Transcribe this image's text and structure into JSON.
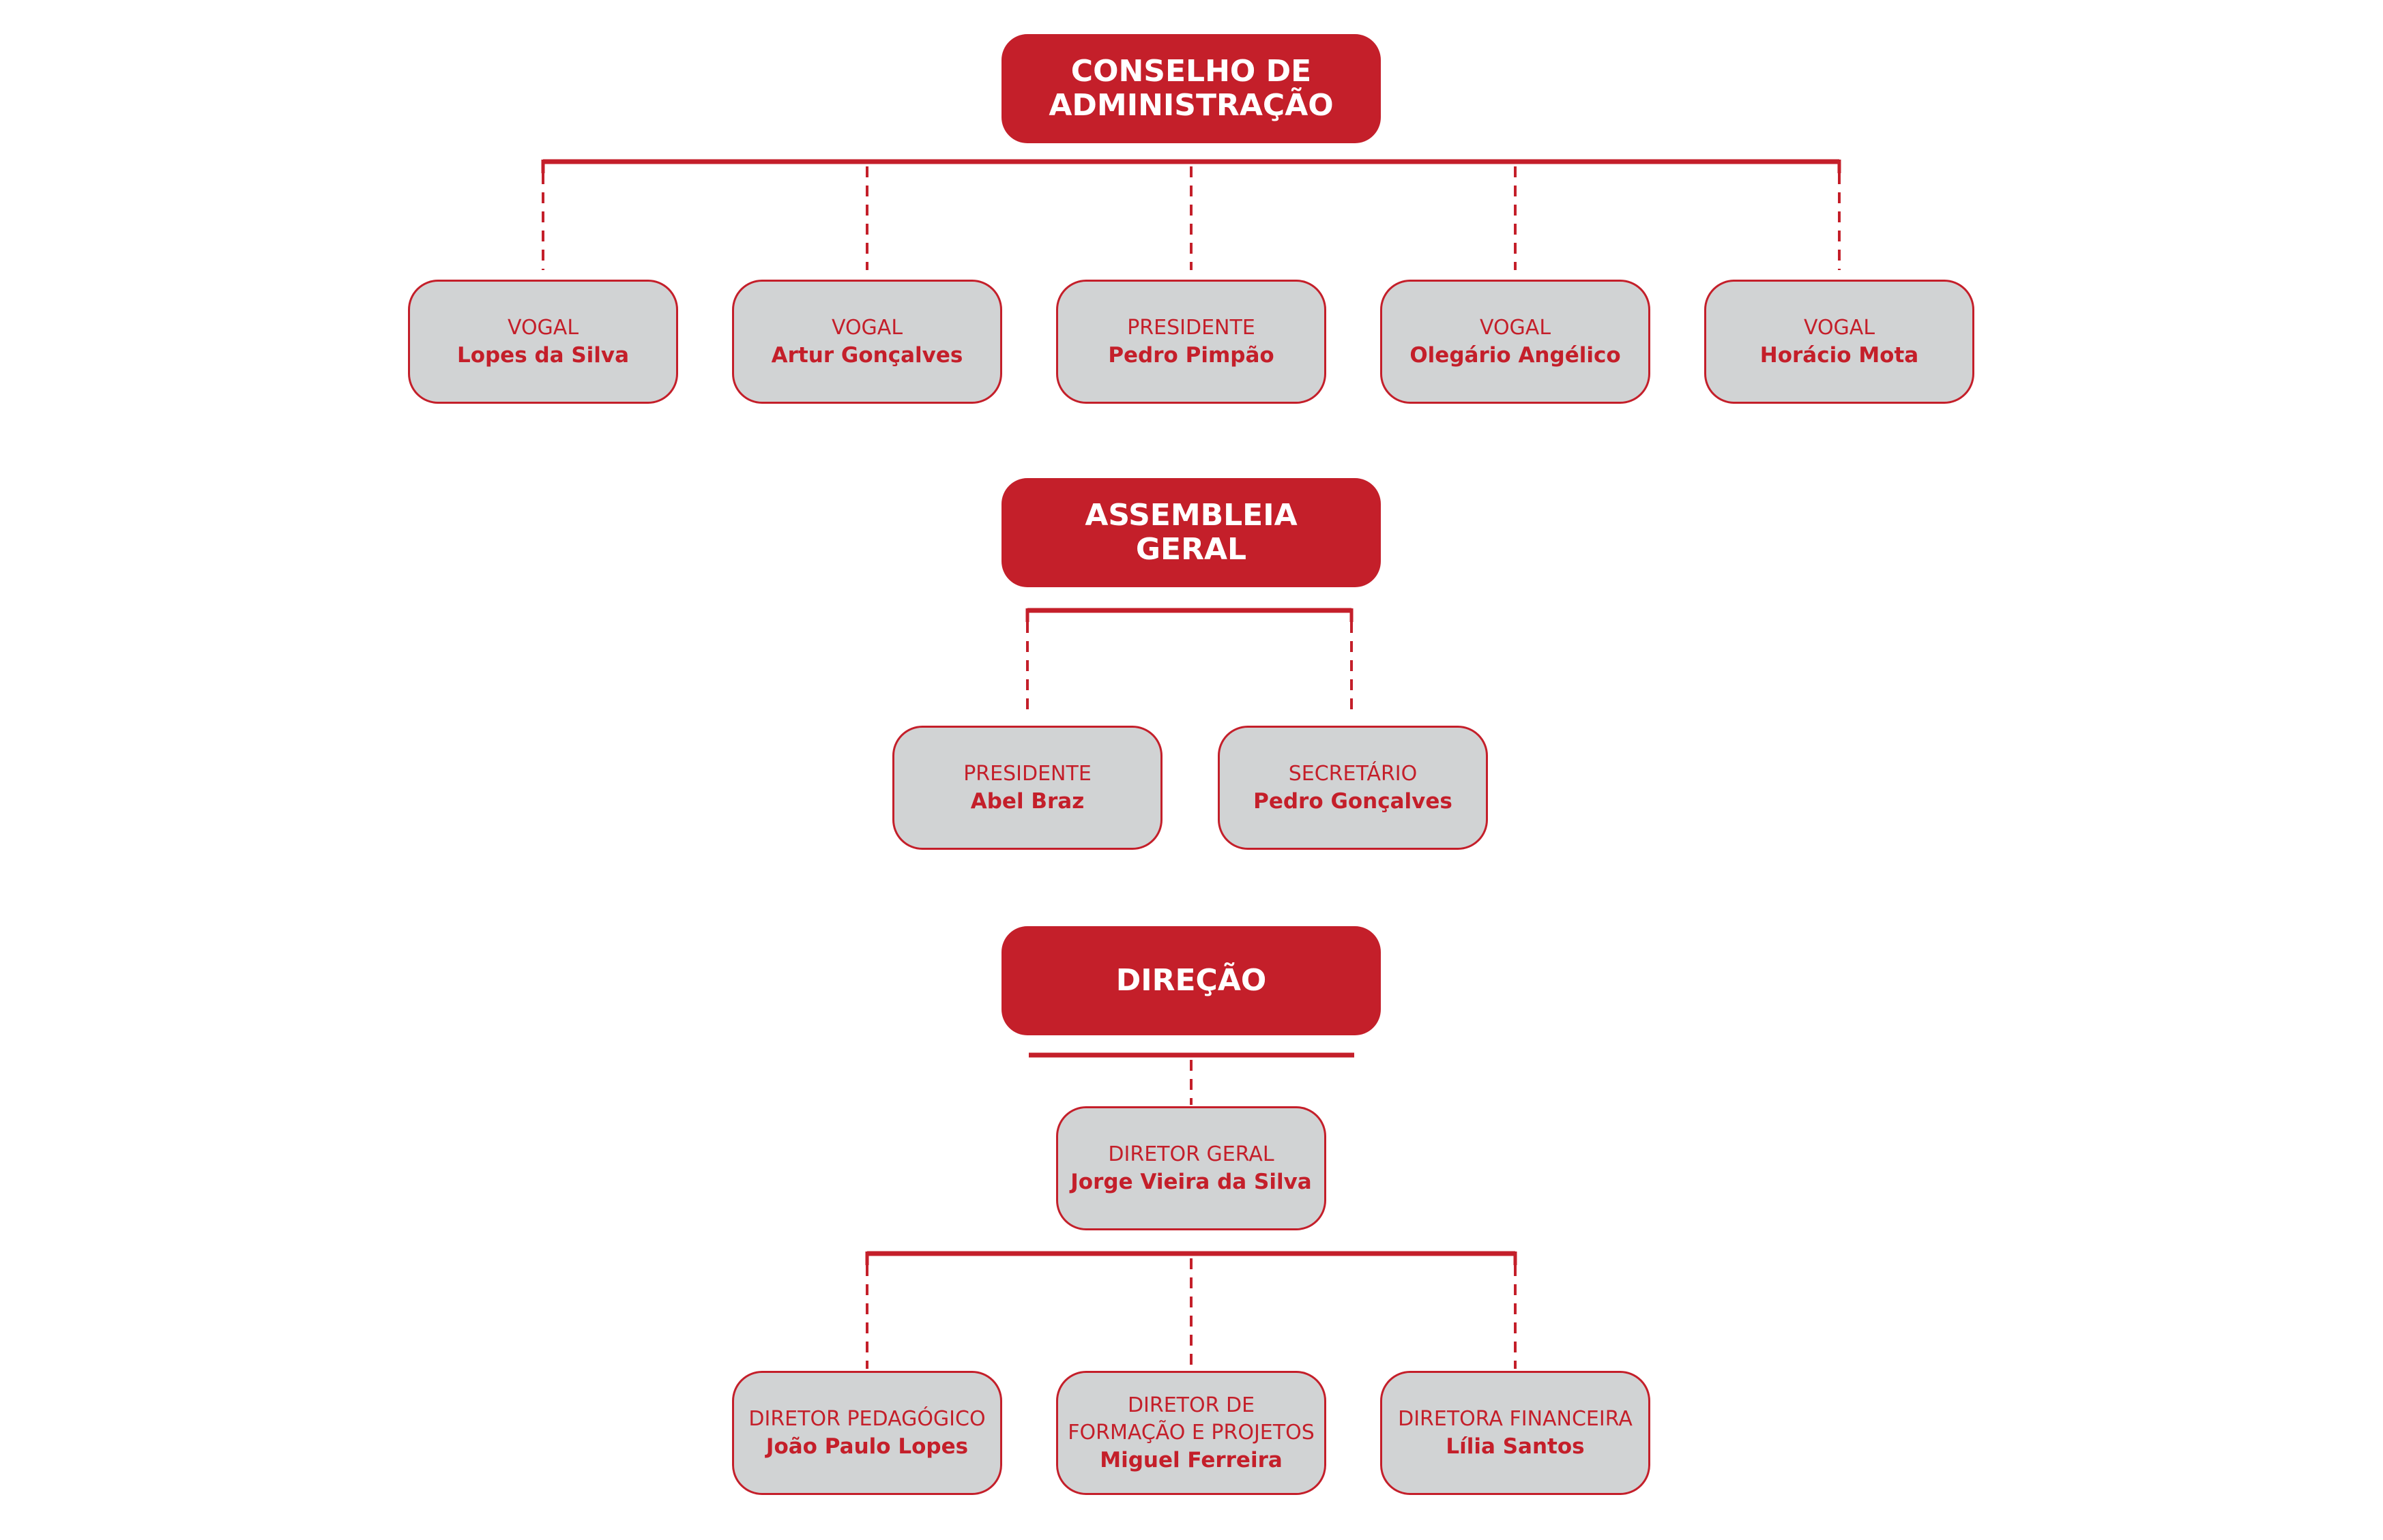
{
  "colors": {
    "accent": "#c41f2a",
    "box_fill": "#d1d3d4",
    "background": "#ffffff"
  },
  "conselho": {
    "title_line1": "CONSELHO DE",
    "title_line2": "ADMINISTRAÇÃO",
    "members": [
      {
        "role": "VOGAL",
        "name": "Lopes da Silva"
      },
      {
        "role": "VOGAL",
        "name": "Artur Gonçalves"
      },
      {
        "role": "PRESIDENTE",
        "name": "Pedro Pimpão"
      },
      {
        "role": "VOGAL",
        "name": "Olegário Angélico"
      },
      {
        "role": "VOGAL",
        "name": "Horácio Mota"
      }
    ]
  },
  "assembleia": {
    "title_line1": "ASSEMBLEIA",
    "title_line2": "GERAL",
    "members": [
      {
        "role": "PRESIDENTE",
        "name": "Abel Braz"
      },
      {
        "role": "SECRETÁRIO",
        "name": "Pedro Gonçalves"
      }
    ]
  },
  "direcao": {
    "title": "DIREÇÃO",
    "director": {
      "role": "DIRETOR GERAL",
      "name": "Jorge Vieira da Silva"
    },
    "members": [
      {
        "role": "DIRETOR PEDAGÓGICO",
        "name": "João Paulo Lopes"
      },
      {
        "role_line1": "DIRETOR DE",
        "role_line2": "FORMAÇÃO E PROJETOS",
        "name": "Miguel Ferreira"
      },
      {
        "role": "DIRETORA FINANCEIRA",
        "name": "Lília Santos"
      }
    ]
  }
}
